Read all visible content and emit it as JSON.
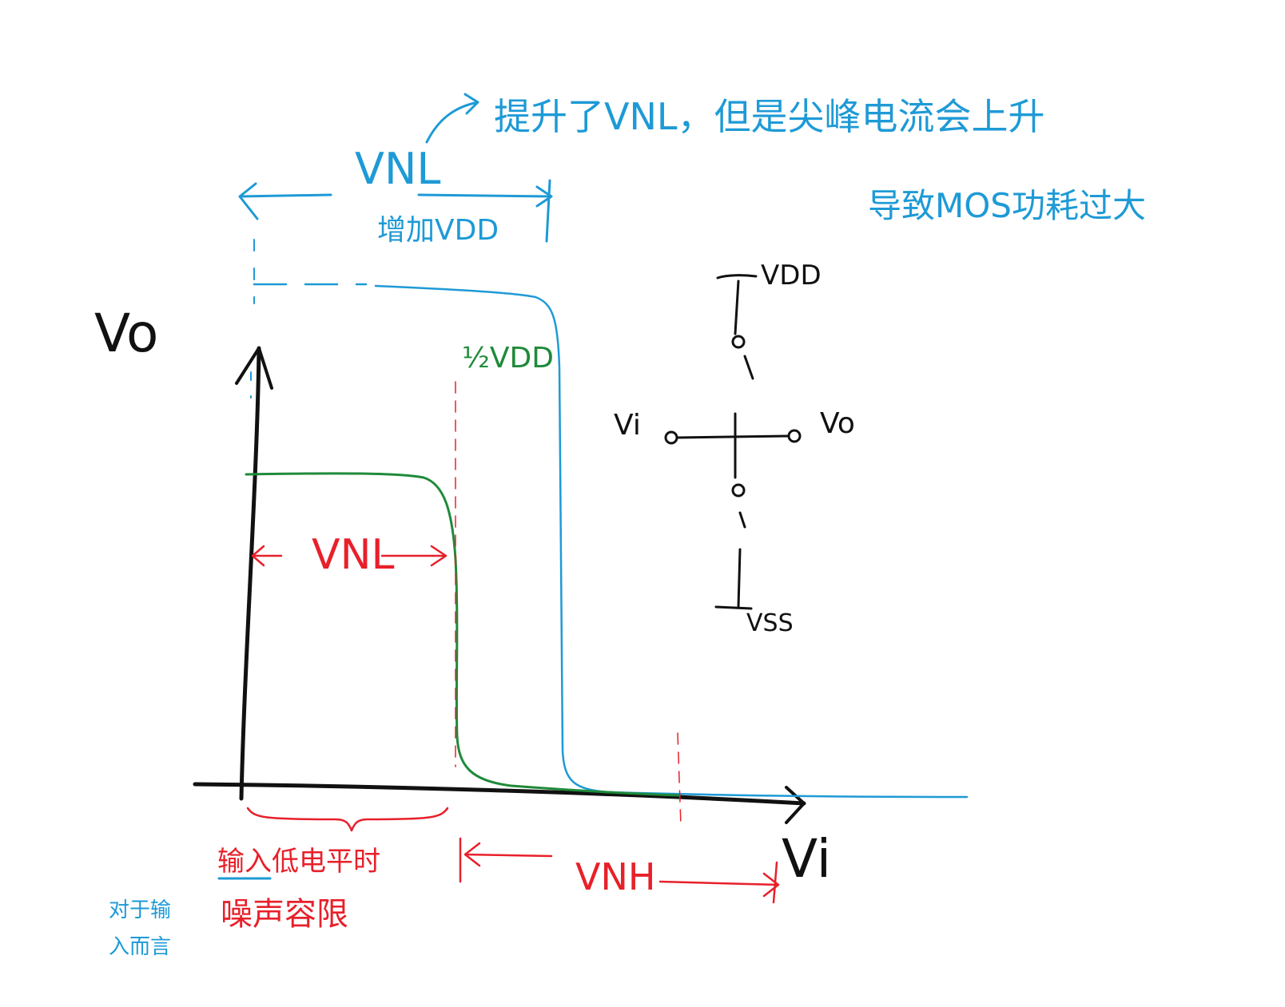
{
  "colors": {
    "axes": "#111111",
    "blue_annotations": "#1e9ad6",
    "green_curve": "#1f8a3a",
    "red_annotations": "#e8202a"
  },
  "axes": {
    "y_label": "Vo",
    "x_label": "Vi"
  },
  "green_curve": {
    "label": "½VDD"
  },
  "blue_top": {
    "vnl_label": "VNL",
    "increase_vdd": "增加VDD",
    "note_line1": "提升了VNL，但是尖峰电流会上升",
    "note_line2": "导致MOS功耗过大"
  },
  "red": {
    "vnl_label": "VNL",
    "vnh_label": "VNH",
    "input_low_range": "输入低电平时",
    "noise_margin": "噪声容限"
  },
  "blue_side_note": {
    "line1": "对于输",
    "line2": "入而言"
  },
  "inverter": {
    "vdd": "VDD",
    "vss": "VSS",
    "vin": "Vi",
    "vout": "Vo"
  }
}
